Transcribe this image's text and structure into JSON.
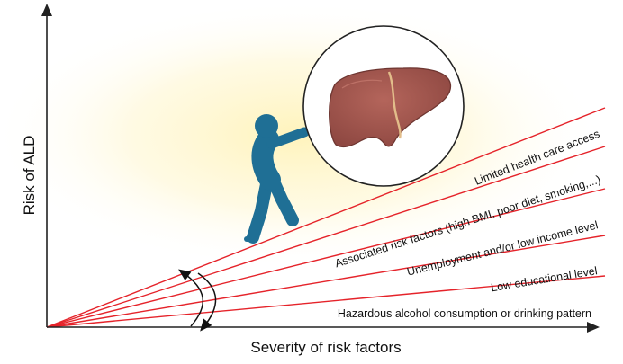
{
  "axes": {
    "x_label": "Severity of risk factors",
    "y_label": "Risk of ALD"
  },
  "risk_factors": [
    {
      "label": "Hazardous alcohol consumption or drinking pattern"
    },
    {
      "label": "Low educational level"
    },
    {
      "label": "Unemployment and/or low income level"
    },
    {
      "label": "Associated risk factors (high BMI, poor diet, smoking,...)"
    },
    {
      "label": "Limited health care access"
    }
  ],
  "colors": {
    "ray": "#e5232a",
    "axis": "#222222",
    "figure": "#1f6f95",
    "liver": "#a3574f",
    "glow": "#fff6c9"
  },
  "icons": [
    "person-pushing-icon",
    "liver-icon",
    "rotation-arrows-icon"
  ]
}
